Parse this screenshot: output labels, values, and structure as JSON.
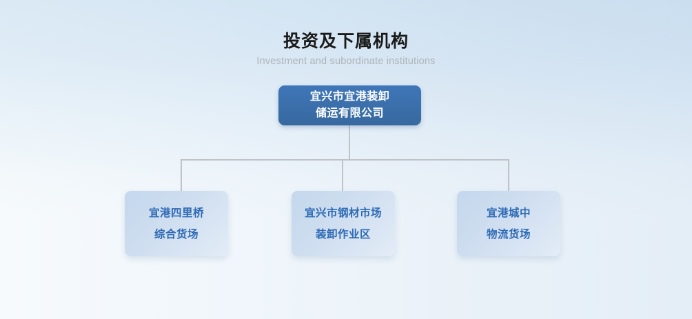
{
  "header": {
    "title_cn": "投资及下属机构",
    "title_en": "Investment and subordinate institutions"
  },
  "chart": {
    "type": "org-tree",
    "root": {
      "name": "宜兴市宜港装卸储运有限公司",
      "line1": "宜兴市宜港装卸",
      "line2": "储运有限公司",
      "color": "#3f76b8",
      "text_color": "#ffffff"
    },
    "children": [
      {
        "name": "宜港四里桥综合货场",
        "line1": "宜港四里桥",
        "line2": "综合货场",
        "color": "#c8daee",
        "text_color": "#2d6ab4"
      },
      {
        "name": "宜兴市钢材市场装卸作业区",
        "line1": "宜兴市钢材市场",
        "line2": "装卸作业区",
        "color": "#c8daee",
        "text_color": "#2d6ab4"
      },
      {
        "name": "宜港城中物流货场",
        "line1": "宜港城中",
        "line2": "物流货场",
        "color": "#c8daee",
        "text_color": "#2d6ab4"
      }
    ],
    "connector_color": "#bfc3c7",
    "background": {
      "from": "#e2eef7",
      "to": "#ffffff"
    }
  }
}
